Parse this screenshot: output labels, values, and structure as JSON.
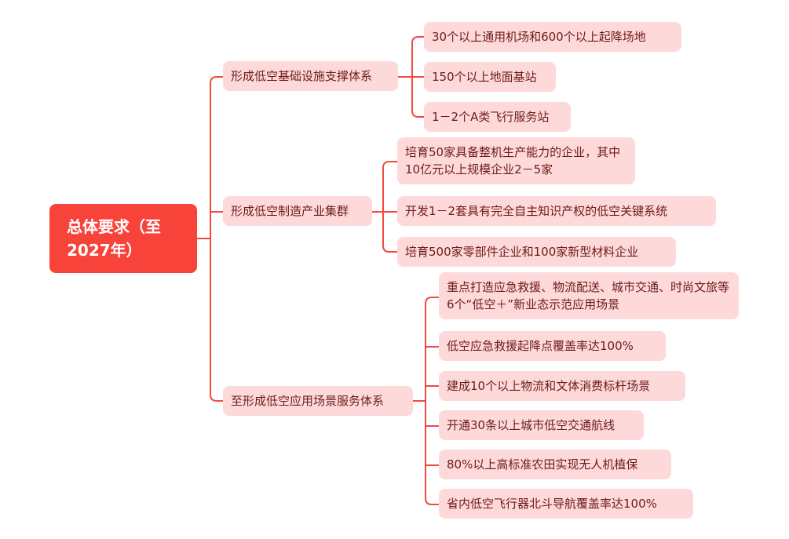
{
  "root": {
    "label": "总体要求（至2027年）"
  },
  "branches": [
    {
      "label": "形成低空基础设施支撑体系",
      "leaves": [
        "30个以上通用机场和600个以上起降场地",
        "150个以上地面基站",
        "1－2个A类飞行服务站"
      ]
    },
    {
      "label": "形成低空制造产业集群",
      "leaves": [
        "培育50家具备整机生产能力的企业，其中10亿元以上规模企业2－5家",
        "开发1－2套具有完全自主知识产权的低空关键系统",
        "培育500家零部件企业和100家新型材料企业"
      ]
    },
    {
      "label": "至形成低空应用场景服务体系",
      "leaves": [
        "重点打造应急救援、物流配送、城市交通、时尚文旅等6个“低空＋”新业态示范应用场景",
        "低空应急救援起降点覆盖率达100%",
        "建成10个以上物流和文体消费标杆场景",
        "开通30条以上城市低空交通航线",
        "80%以上高标准农田实现无人机植保",
        "省内低空飞行器北斗导航覆盖率达100%"
      ]
    }
  ],
  "colors": {
    "root": "#f7433a",
    "node": "#fdd9d9",
    "line": "#f24a40",
    "text": "#6e1a1a"
  }
}
